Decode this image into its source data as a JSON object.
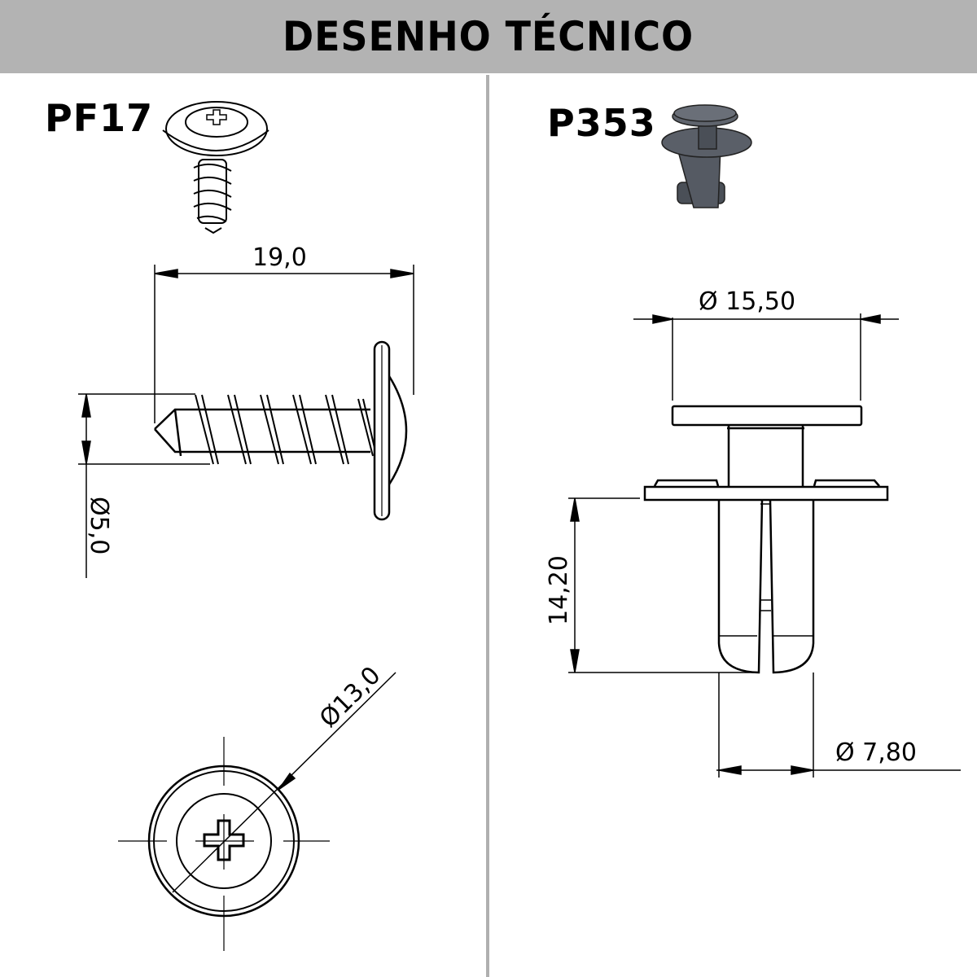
{
  "header": {
    "title": "DESENHO TÉCNICO",
    "background": "#b3b3b3"
  },
  "left_panel": {
    "part_code": "PF17",
    "part_type_icon": "screw-icon",
    "side_view": {
      "length_dimension": "19,0",
      "thread_diameter_dimension": "Ø5,0"
    },
    "top_view": {
      "head_diameter_dimension": "Ø13,0",
      "drive": "phillips-cross"
    }
  },
  "right_panel": {
    "part_code": "P353",
    "part_type_icon": "push-rivet-clip-icon",
    "icon_color": "#4a4f57",
    "side_view": {
      "head_diameter_dimension": "Ø 15,50",
      "shank_length_dimension": "14,20",
      "shank_diameter_dimension": "Ø 7,80"
    }
  },
  "divider_color": "#b0b0b0"
}
